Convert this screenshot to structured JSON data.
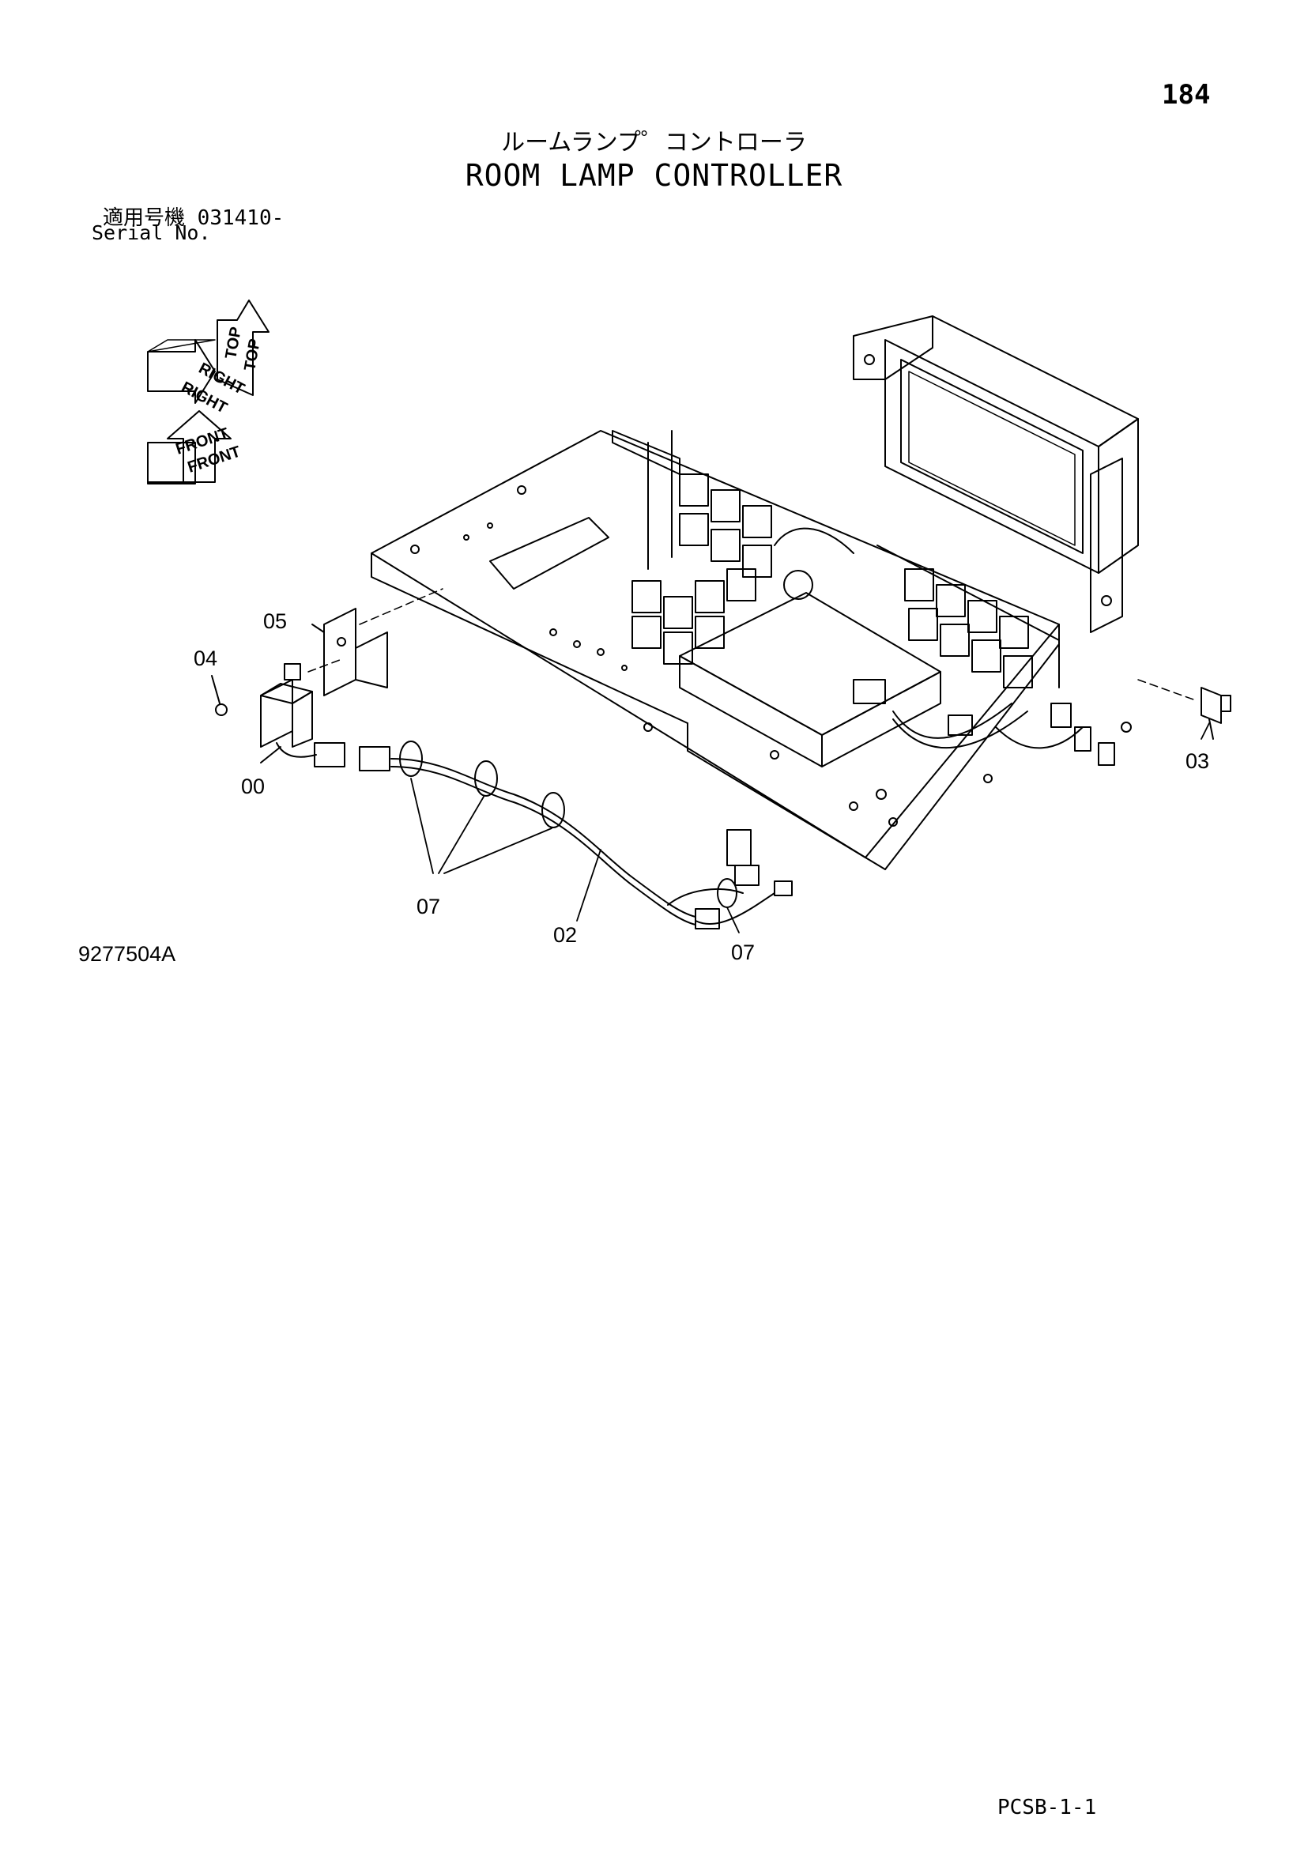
{
  "header": {
    "page_number": "184",
    "title_jp": "ルームランプ゜コントローラ",
    "title_en": "ROOM LAMP CONTROLLER"
  },
  "serial": {
    "label_jp": "適用号機",
    "value": "031410-",
    "label_en": "Serial No."
  },
  "orientation": {
    "top_1": "TOP",
    "top_2": "TOP",
    "right_1": "RIGHT",
    "right_2": "RIGHT",
    "front_1": "FRONT",
    "front_2": "FRONT"
  },
  "callouts": {
    "c05": "05",
    "c04": "04",
    "c00": "00",
    "c07a": "07",
    "c02": "02",
    "c07b": "07",
    "c03": "03"
  },
  "footer": {
    "drawing_id": "9277504A",
    "page_code": "PCSB-1-1"
  }
}
